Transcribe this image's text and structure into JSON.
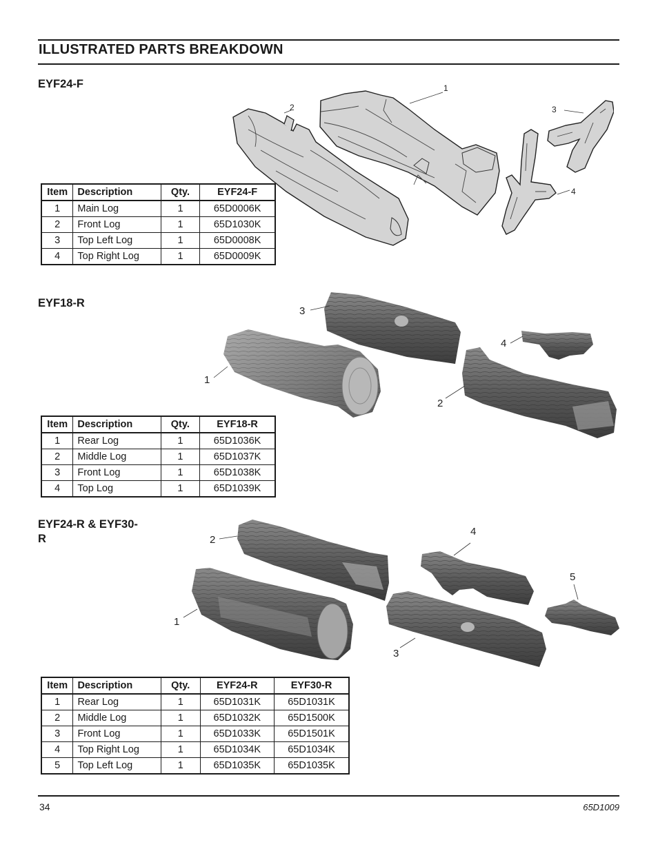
{
  "page": {
    "title": "ILLUSTRATED PARTS BREAKDOWN",
    "page_number": "34",
    "doc_code": "65D1009"
  },
  "sections": [
    {
      "label": "EYF24-F",
      "columns": [
        "Item",
        "Description",
        "Qty.",
        "EYF24-F"
      ],
      "rows": [
        [
          "1",
          "Main Log",
          "1",
          "65D0006K"
        ],
        [
          "2",
          "Front Log",
          "1",
          "65D1030K"
        ],
        [
          "3",
          "Top Left Log",
          "1",
          "65D0008K"
        ],
        [
          "4",
          "Top Right Log",
          "1",
          "65D0009K"
        ]
      ],
      "callouts": [
        "1",
        "2",
        "3",
        "4"
      ]
    },
    {
      "label": "EYF18-R",
      "columns": [
        "Item",
        "Description",
        "Qty.",
        "EYF18-R"
      ],
      "rows": [
        [
          "1",
          "Rear Log",
          "1",
          "65D1036K"
        ],
        [
          "2",
          "Middle Log",
          "1",
          "65D1037K"
        ],
        [
          "3",
          "Front Log",
          "1",
          "65D1038K"
        ],
        [
          "4",
          "Top Log",
          "1",
          "65D1039K"
        ]
      ],
      "callouts": [
        "3",
        "4",
        "1",
        "2"
      ]
    },
    {
      "label_line1": "EYF24-R & EYF30-",
      "label_line2": "R",
      "columns": [
        "Item",
        "Description",
        "Qty.",
        "EYF24-R",
        "EYF30-R"
      ],
      "rows": [
        [
          "1",
          "Rear Log",
          "1",
          "65D1031K",
          "65D1031K"
        ],
        [
          "2",
          "Middle Log",
          "1",
          "65D1032K",
          "65D1500K"
        ],
        [
          "3",
          "Front Log",
          "1",
          "65D1033K",
          "65D1501K"
        ],
        [
          "4",
          "Top Right Log",
          "1",
          "65D1034K",
          "65D1034K"
        ],
        [
          "5",
          "Top Left Log",
          "1",
          "65D1035K",
          "65D1035K"
        ]
      ],
      "callouts": [
        "2",
        "4",
        "5",
        "1",
        "3"
      ]
    }
  ],
  "colors": {
    "line_art_fill": "#d4d4d4",
    "photo_log_dark": "#4a4a4a",
    "photo_log_light": "#9a9a9a",
    "rule": "#1a1a1a"
  }
}
